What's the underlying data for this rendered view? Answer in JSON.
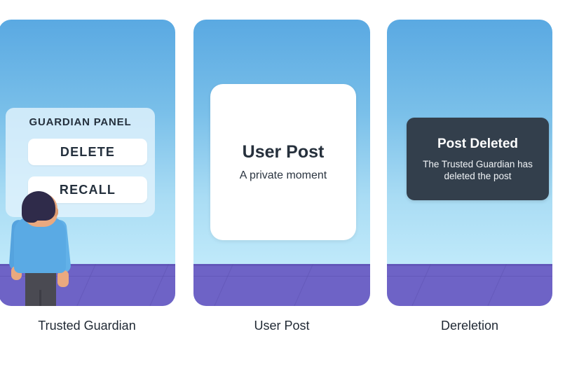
{
  "panels": [
    {
      "id": "trusted-guardian",
      "caption": "Trusted Guardian",
      "card": {
        "title": "GUARDIAN PANEL",
        "buttons": [
          {
            "label": "DELETE"
          },
          {
            "label": "RECALL"
          }
        ]
      },
      "figure": "person-back-view"
    },
    {
      "id": "user-post",
      "caption": "User Post",
      "card": {
        "title": "User Post",
        "subtitle": "A private moment"
      }
    },
    {
      "id": "dereletion",
      "caption": "Dereletion",
      "card": {
        "title": "Post Deleted",
        "body": "The Trusted Guardian has deleted the post"
      }
    }
  ],
  "colors": {
    "sky_top": "#5aa9e2",
    "sky_bottom": "#c6ecfb",
    "floor": "#6e63c6",
    "card_dark": "#333f4c",
    "card_light": "#ffffff",
    "guardian_panel": "#e2f3fc",
    "text_dark": "#24303d",
    "sweater": "#5aaae4",
    "hair": "#2f2b4a",
    "trousers": "#4a4a52",
    "skin": "#eaa97f"
  }
}
